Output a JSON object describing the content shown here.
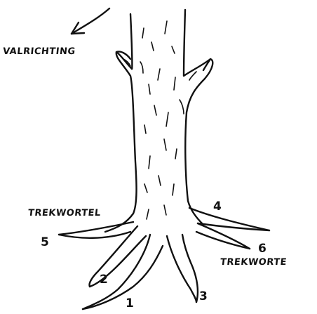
{
  "diagram": {
    "fell_direction_label": "VALRICHTING",
    "pull_root_label_left": "TREKWORTEL",
    "pull_root_label_right": "TREKWORTE",
    "root_numbers": [
      "1",
      "2",
      "3",
      "4",
      "5",
      "6"
    ]
  },
  "colors": {
    "ink": "#111111",
    "paper": "#ffffff"
  },
  "icons": {
    "direction": "arrow-down-left-icon"
  }
}
